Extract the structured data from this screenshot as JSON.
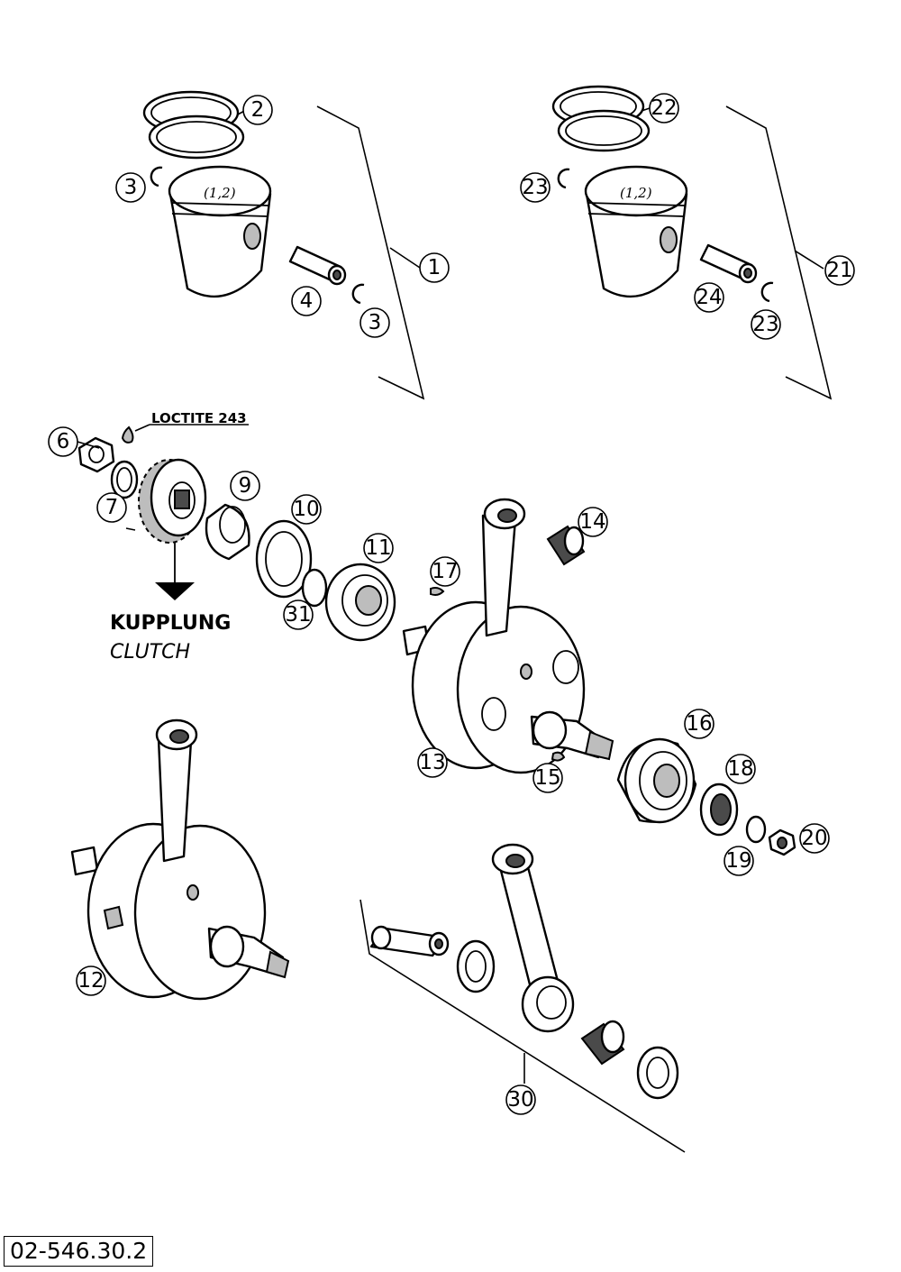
{
  "drawing_number": "02-546.30.2",
  "note": {
    "loctite": "LOCTITE 243"
  },
  "clutch_label": {
    "de": "KUPPLUNG",
    "en": "CLUTCH"
  },
  "piston_marking": "(1,2)",
  "callouts": [
    "1",
    "2",
    "3",
    "3",
    "4",
    "6",
    "7",
    "9",
    "10",
    "11",
    "12",
    "13",
    "14",
    "15",
    "16",
    "17",
    "18",
    "19",
    "20",
    "21",
    "22",
    "23",
    "23",
    "24",
    "30",
    "31"
  ]
}
